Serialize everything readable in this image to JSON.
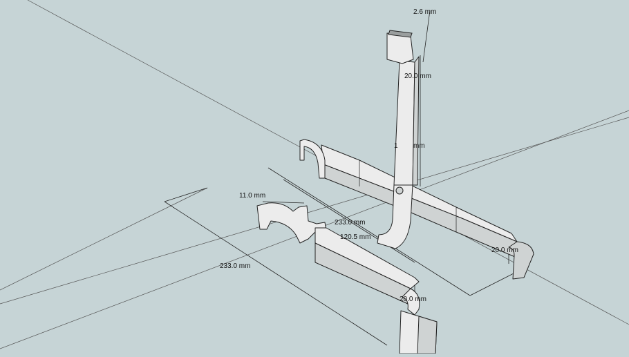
{
  "dimensions": {
    "top_thickness": "2.6 mm",
    "upright_width": "20.0 mm",
    "upright_height_fragment": "1",
    "upright_height_unit": "mm",
    "left_clip_width": "11.0 mm",
    "rail_length_inner": "233.0 mm",
    "rail_offset": "120.5 mm",
    "rail_length_outer": "233.0 mm",
    "right_foot_height": "20.0 mm",
    "front_foot_width": "20.0 mm"
  },
  "colors": {
    "background": "#c6d4d6",
    "part_face": "#ececec",
    "part_side": "#cfd3d3"
  }
}
